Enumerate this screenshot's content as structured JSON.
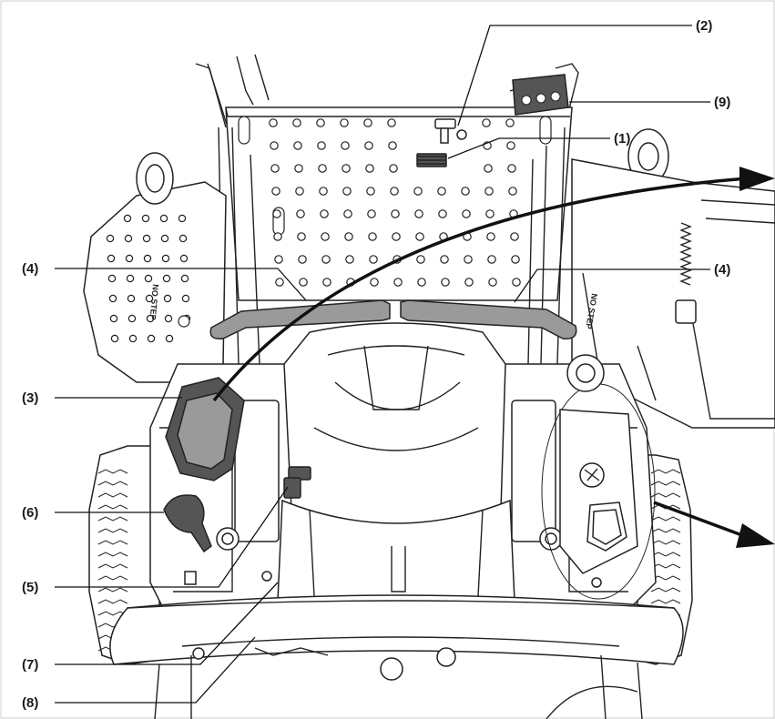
{
  "callouts": {
    "c1": "(1)",
    "c2": "(2)",
    "c3": "(3)",
    "c4_left": "(4)",
    "c4_right": "(4)",
    "c5": "(5)",
    "c6": "(6)",
    "c7": "(7)",
    "c8": "(8)",
    "c9": "(9)"
  },
  "decals": {
    "no_step_left": "NO STEP",
    "no_step_right": "NO STEP"
  },
  "colors": {
    "line": "#222222",
    "handle_fill": "#9a9a9a",
    "background": "#ffffff"
  }
}
